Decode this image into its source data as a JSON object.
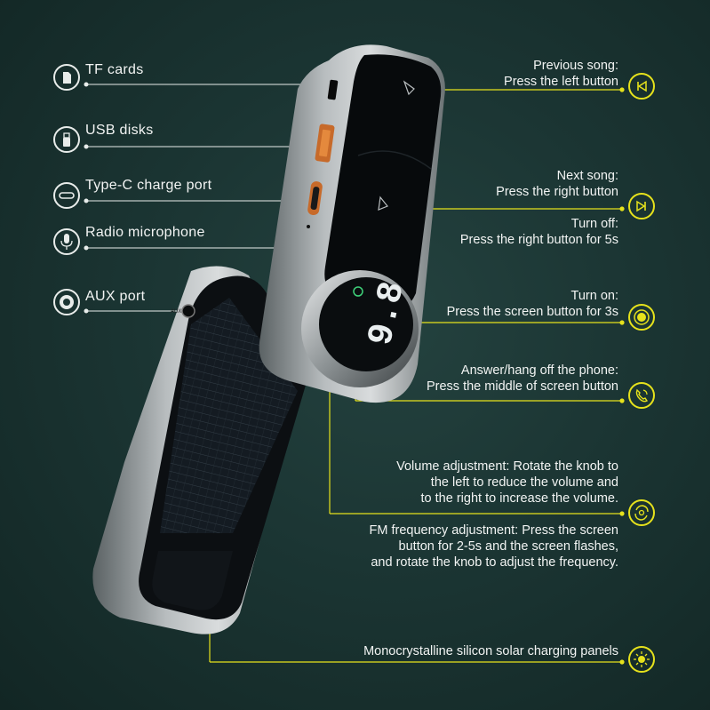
{
  "colors": {
    "background": "#1b3533",
    "accent": "#e6e21c",
    "white_line": "#e8ecea"
  },
  "left_features": [
    {
      "label": "TF cards",
      "icon": "sd-card-icon"
    },
    {
      "label": "USB disks",
      "icon": "usb-drive-icon"
    },
    {
      "label": "Type-C charge port",
      "icon": "type-c-port-icon"
    },
    {
      "label": "Radio microphone",
      "icon": "microphone-icon"
    },
    {
      "label": "AUX port",
      "icon": "aux-port-icon"
    }
  ],
  "right_features": [
    {
      "lines": [
        "Previous song:",
        "Press the left button"
      ],
      "icon": "previous-track-icon"
    },
    {
      "lines": [
        "Next song:",
        "Press the right button"
      ],
      "icon": "next-track-icon"
    },
    {
      "lines": [
        "Turn off:",
        "Press the right button for 5s"
      ],
      "icon": ""
    },
    {
      "lines": [
        "Turn on:",
        "Press the screen button for 3s"
      ],
      "icon": "power-on-icon"
    },
    {
      "lines": [
        "Answer/hang off  the phone:",
        "Press the middle of screen button"
      ],
      "icon": "phone-icon"
    },
    {
      "lines": [
        "Volume adjustment: Rotate the knob to",
        "the left to reduce the volume and",
        "to the right to increase the volume."
      ],
      "icon": "rotate-knob-icon"
    },
    {
      "lines": [
        "FM frequency adjustment: Press the screen",
        "button for 2-5s and the screen flashes,",
        "and rotate the knob to adjust the frequency."
      ],
      "icon": ""
    },
    {
      "lines": [
        "Monocrystalline silicon solar charging panels"
      ],
      "icon": "sun-icon"
    }
  ],
  "device": {
    "display_text": "9.8",
    "aux_label": "AUX"
  }
}
